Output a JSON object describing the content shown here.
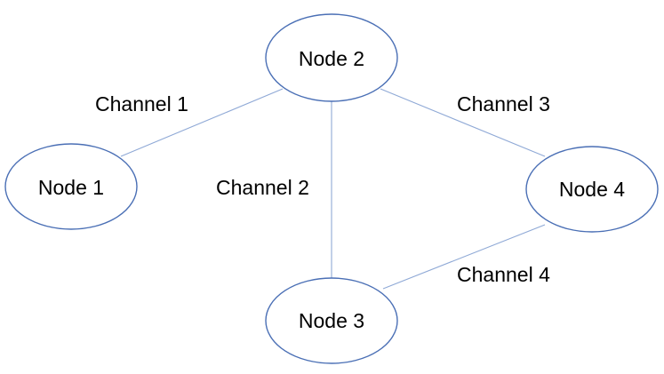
{
  "diagram": {
    "nodes": [
      {
        "id": "node1",
        "label": "Node 1"
      },
      {
        "id": "node2",
        "label": "Node 2"
      },
      {
        "id": "node3",
        "label": "Node 3"
      },
      {
        "id": "node4",
        "label": "Node 4"
      }
    ],
    "edges": [
      {
        "id": "channel1",
        "from": "node2",
        "to": "node1",
        "label": "Channel 1"
      },
      {
        "id": "channel2",
        "from": "node2",
        "to": "node3",
        "label": "Channel 2"
      },
      {
        "id": "channel3",
        "from": "node2",
        "to": "node4",
        "label": "Channel 3"
      },
      {
        "id": "channel4",
        "from": "node4",
        "to": "node3",
        "label": "Channel 4"
      }
    ],
    "colors": {
      "node_outline": "#4a6fb5",
      "edge_line": "#8fa9d6",
      "text": "#000000",
      "background": "#ffffff"
    }
  }
}
